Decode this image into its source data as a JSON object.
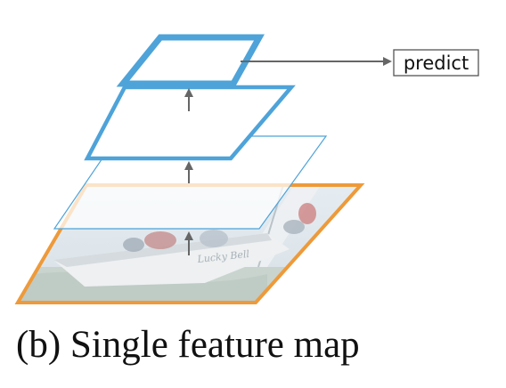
{
  "diagram": {
    "predict_label": "predict",
    "caption": "(b) Single feature map",
    "colors": {
      "feature_map": "#4ea3d9",
      "image_frame": "#ee9a3a",
      "arrow": "#666666"
    },
    "photo_text": "Lucky Bell"
  }
}
